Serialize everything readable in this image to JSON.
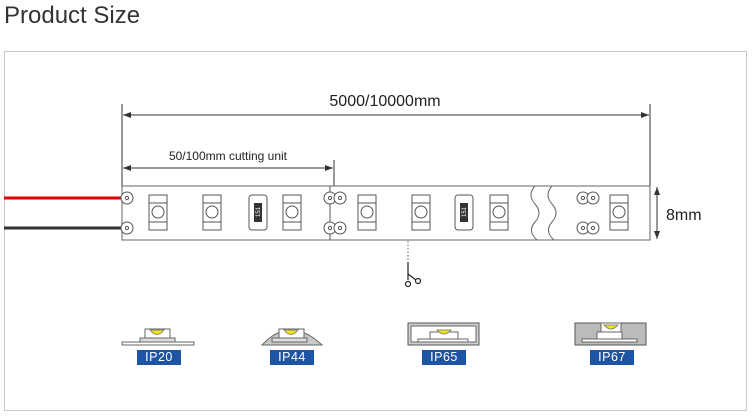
{
  "title": "Product Size",
  "dimensions": {
    "length": "5000/10000mm",
    "cutting_unit": "50/100mm cutting unit",
    "width": "8mm"
  },
  "resistor_code": "151",
  "ip_ratings": [
    "IP20",
    "IP44",
    "IP65",
    "IP67"
  ],
  "colors": {
    "badge": "#1e54a4",
    "led": "#f5e600",
    "wire_positive": "#e00000",
    "wire_negative": "#333333"
  }
}
